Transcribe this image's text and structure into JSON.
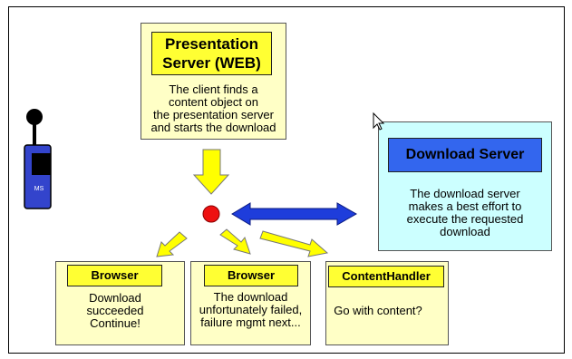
{
  "presentation_server": {
    "title_line1": "Presentation",
    "title_line2": "Server (WEB)",
    "description": [
      "The client finds a",
      "content object on",
      "the presentation server",
      "and starts the download"
    ]
  },
  "device": {
    "label": "MS"
  },
  "download_server": {
    "title": "Download Server",
    "description": [
      "The download server",
      "makes a best effort to",
      "execute the requested",
      "download"
    ]
  },
  "browser_success": {
    "title": "Browser",
    "description": [
      "Download",
      "succeeded",
      "Continue!"
    ]
  },
  "browser_failure": {
    "title": "Browser",
    "description": [
      "The download",
      "unfortunately failed,",
      "failure mgmt next..."
    ]
  },
  "content_handler": {
    "title": "ContentHandler",
    "description": [
      "Go with content?"
    ]
  },
  "colors": {
    "pale_yellow": "#ffffc6",
    "label_yellow": "#ffff33",
    "arrow_yellow": "#ffff00",
    "cyan_box": "#ccffff",
    "blue_label": "#3366ee",
    "blue_arrow": "#1e3ddb",
    "red_dot": "#ee1111"
  }
}
